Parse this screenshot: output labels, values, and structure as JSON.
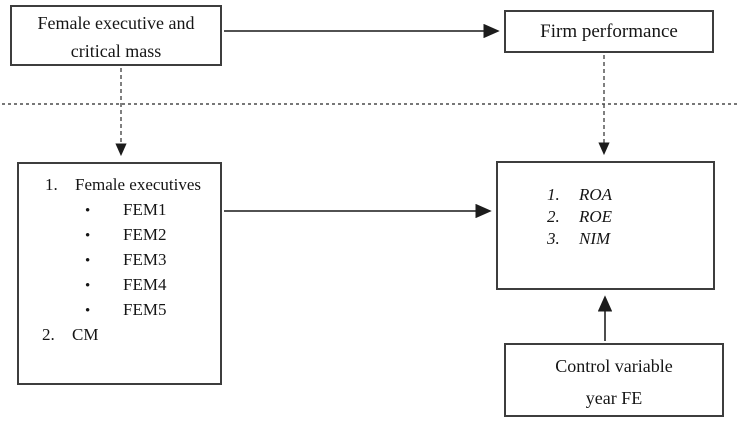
{
  "diagram": {
    "top_left_box": {
      "line1": "Female executive and",
      "line2": "critical mass"
    },
    "top_right_box": {
      "label": "Firm performance"
    },
    "left_list_box": {
      "item1_num": "1.",
      "item1_label": "Female executives",
      "bullet_glyph": "•",
      "bullets": [
        "FEM1",
        "FEM2",
        "FEM3",
        "FEM4",
        "FEM5"
      ],
      "item2_num": "2.",
      "item2_label": "CM"
    },
    "outcomes_box": {
      "items": [
        {
          "num": "1.",
          "label": "ROA"
        },
        {
          "num": "2.",
          "label": "ROE"
        },
        {
          "num": "3.",
          "label": "NIM"
        }
      ]
    },
    "control_box": {
      "line1": "Control variable",
      "line2": "year FE"
    },
    "colors": {
      "border": "#3d3d3d",
      "text": "#151515",
      "line": "#3a3a3a"
    }
  }
}
